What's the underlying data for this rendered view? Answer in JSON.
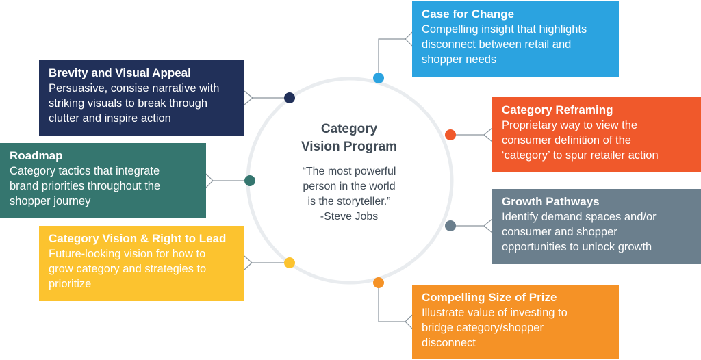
{
  "center": {
    "title_line1": "Category",
    "title_line2": "Vision Program",
    "quote_lines": [
      "“The most powerful",
      "person in the world",
      "is the storyteller.”",
      "-Steve Jobs"
    ]
  },
  "colors": {
    "ring": "#e9ecef",
    "connector": "#8a949c",
    "navy": "#213059",
    "teal": "#35766f",
    "yellow": "#fcc32f",
    "sky": "#2ba3e0",
    "orange_red": "#f0592b",
    "slate": "#6b7f8d",
    "orange": "#f59226"
  },
  "cards": {
    "brevity": {
      "title": "Brevity and Visual Appeal",
      "desc": [
        "Persuasive, consise narrative with",
        "striking visuals to break through",
        "clutter and inspire action"
      ]
    },
    "roadmap": {
      "title": "Roadmap",
      "desc": [
        "Category tactics that integrate",
        "brand priorities throughout the",
        "shopper journey"
      ]
    },
    "vision": {
      "title": "Category Vision & Right to Lead",
      "desc": [
        "Future-looking vision for how to",
        "grow category and strategies to",
        "prioritize"
      ]
    },
    "case": {
      "title": "Case for Change",
      "desc": [
        "Compelling insight that highlights",
        "disconnect between retail and",
        "shopper needs"
      ]
    },
    "reframing": {
      "title": "Category Reframing",
      "desc": [
        "Proprietary way to view the",
        "consumer definition of the",
        "‘category’ to spur retailer action"
      ]
    },
    "growth": {
      "title": "Growth Pathways",
      "desc": [
        "Identify demand spaces and/or",
        "consumer and shopper",
        "opportunities to unlock growth"
      ]
    },
    "prize": {
      "title": "Compelling Size of Prize",
      "desc": [
        "Illustrate value of investing to",
        "bridge category/shopper",
        "disconnect"
      ]
    }
  }
}
